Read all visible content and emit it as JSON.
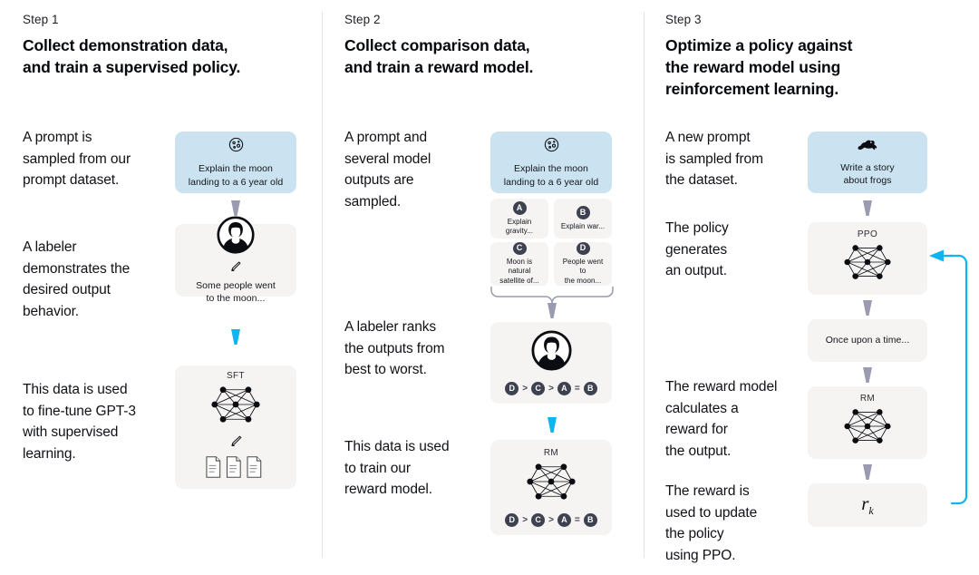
{
  "palette": {
    "background": "#ffffff",
    "card_gray": "#f5f4f2",
    "card_blue": "#cbe3f0",
    "arrow_gray": "#9a9ab0",
    "arrow_blue": "#0fb5f0",
    "badge_navy": "#3d4150",
    "divider": "#e3e3e3",
    "text": "#0f1115"
  },
  "columns": [
    {
      "step_label": "Step 1",
      "title": "Collect demonstration data,\nand train a supervised policy.",
      "title_line1": "Collect demonstration data,",
      "title_line2": "and train a supervised policy.",
      "paragraphs": [
        "A prompt is\nsampled from our\nprompt dataset.",
        "A labeler\ndemonstrates the\ndesired output\nbehavior.",
        "This data is used\nto fine-tune GPT-3\nwith supervised\nlearning."
      ],
      "cards": [
        {
          "kind": "prompt",
          "icon": "moon-icon",
          "text": "Explain the moon\nlanding to a 6 year old"
        },
        {
          "kind": "labeler",
          "icon": "labeler-avatar-icon",
          "sub_icon": "pencil-icon",
          "text": "Some people went\nto the moon..."
        },
        {
          "kind": "network",
          "label": "SFT",
          "icon": "neural-network-icon",
          "sub_icon": "pencil-icon",
          "extra_icon": "documents-icon"
        }
      ],
      "arrows": [
        {
          "color": "gray",
          "direction": "down"
        },
        {
          "color": "blue",
          "direction": "down"
        }
      ]
    },
    {
      "step_label": "Step 2",
      "title_line1": "Collect comparison data,",
      "title_line2": "and train a reward model.",
      "paragraphs": [
        "A prompt and\nseveral model\noutputs are\nsampled.",
        "A labeler ranks\nthe outputs from\nbest to worst.",
        "This data is used\nto train our\nreward model."
      ],
      "cards": [
        {
          "kind": "prompt",
          "icon": "moon-icon",
          "text": "Explain the moon\nlanding to a 6 year old"
        },
        {
          "kind": "labeler",
          "icon": "labeler-avatar-icon",
          "ranking": [
            "D",
            ">",
            "C",
            ">",
            "A",
            "=",
            "B"
          ]
        },
        {
          "kind": "network",
          "label": "RM",
          "icon": "neural-network-icon",
          "ranking": [
            "D",
            ">",
            "C",
            ">",
            "A",
            "=",
            "B"
          ]
        }
      ],
      "outputs": [
        {
          "badge": "A",
          "text": "Explain gravity..."
        },
        {
          "badge": "B",
          "text": "Explain war..."
        },
        {
          "badge": "C",
          "text": "Moon is natural\nsatellite of..."
        },
        {
          "badge": "D",
          "text": "People went to\nthe moon..."
        }
      ],
      "arrows": [
        {
          "color": "gray",
          "direction": "down"
        },
        {
          "color": "blue",
          "direction": "down"
        }
      ]
    },
    {
      "step_label": "Step 3",
      "title_line1": "Optimize a policy against",
      "title_line2": "the reward model using",
      "title_line3": "reinforcement learning.",
      "paragraphs": [
        "A new prompt\nis sampled from\nthe dataset.",
        "The policy\ngenerates\nan output.",
        "The reward model\ncalculates a\nreward for\nthe output.",
        "The reward is\nused to update\nthe policy\nusing PPO."
      ],
      "cards": [
        {
          "kind": "prompt",
          "icon": "frog-icon",
          "text": "Write a story\nabout frogs"
        },
        {
          "kind": "network",
          "label": "PPO",
          "icon": "neural-network-icon"
        },
        {
          "kind": "text",
          "text": "Once upon a time..."
        },
        {
          "kind": "network",
          "label": "RM",
          "icon": "neural-network-icon"
        },
        {
          "kind": "reward",
          "symbol": "r",
          "subscript": "k"
        }
      ],
      "arrows": [
        {
          "color": "gray",
          "direction": "down"
        },
        {
          "color": "gray",
          "direction": "down"
        },
        {
          "color": "gray",
          "direction": "down"
        },
        {
          "color": "gray",
          "direction": "down"
        }
      ],
      "feedback_loop": {
        "color": "blue",
        "direction": "left",
        "name": "ppo-update-loop"
      }
    }
  ]
}
